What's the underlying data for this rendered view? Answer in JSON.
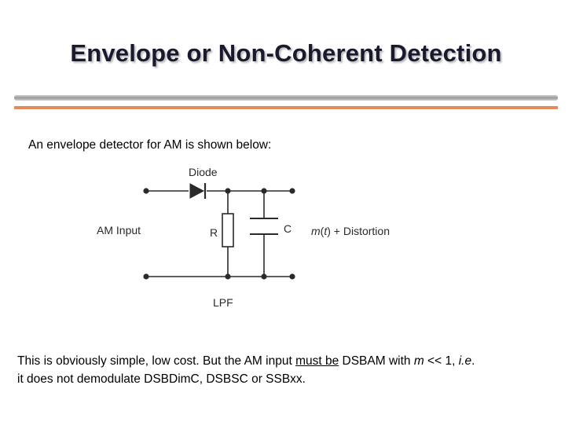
{
  "slide": {
    "title": "Envelope or Non-Coherent Detection",
    "subtitle": "An envelope detector for AM is shown below:"
  },
  "circuit": {
    "diode_label": "Diode",
    "input_label": "AM Input",
    "resistor_label": "R",
    "capacitor_label": "C",
    "output_m": "m",
    "output_t": "t",
    "output_open": "(",
    "output_close": ")",
    "output_rest": " + Distortion",
    "filter_label": "LPF"
  },
  "body": {
    "line1_part1": "This is obviously simple, low cost. But the AM input ",
    "line1_underline": "must be",
    "line1_part2": " DSBAM with ",
    "line1_m": "m",
    "line1_part3": " << 1, ",
    "line1_ie": "i.e",
    "line1_part4": ".",
    "line2": "it does not demodulate DSBDimC, DSBSC or SSBxx."
  }
}
